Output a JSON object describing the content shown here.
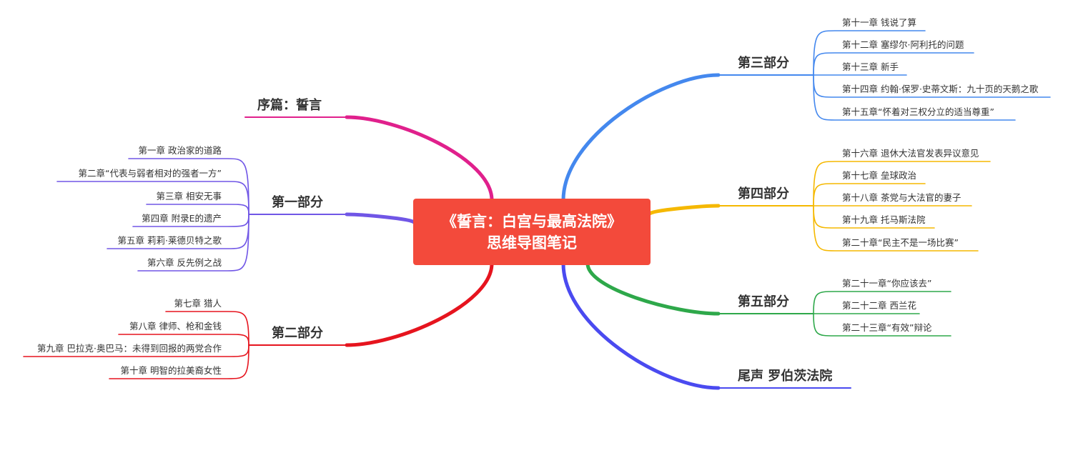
{
  "center": {
    "line1": "《誓言：白宫与最高法院》",
    "line2": "思维导图笔记",
    "color": "#f34a3b"
  },
  "branches": [
    {
      "id": "prologue",
      "title": "序篇：誓言",
      "color": "#e0208c",
      "children": []
    },
    {
      "id": "part1",
      "title": "第一部分",
      "color": "#7056e6",
      "children": [
        "第一章 政治家的道路",
        "第二章“代表与弱者相对的强者一方”",
        "第三章 相安无事",
        "第四章 附录E的遗产",
        "第五章 莉莉·莱德贝特之歌",
        "第六章 反先例之战"
      ]
    },
    {
      "id": "part2",
      "title": "第二部分",
      "color": "#e6141e",
      "children": [
        "第七章 猎人",
        "第八章 律师、枪和金钱",
        "第九章 巴拉克·奥巴马：未得到回报的两党合作",
        "第十章 明智的拉美裔女性"
      ]
    },
    {
      "id": "part3",
      "title": "第三部分",
      "color": "#4488ee",
      "children": [
        "第十一章 钱说了算",
        "第十二章 塞缪尔·阿利托的问题",
        "第十三章 新手",
        "第十四章 约翰·保罗·史蒂文斯：九十页的天鹅之歌",
        "第十五章“怀着对三权分立的适当尊重”"
      ]
    },
    {
      "id": "part4",
      "title": "第四部分",
      "color": "#f5b800",
      "children": [
        "第十六章 退休大法官发表异议意见",
        "第十七章 垒球政治",
        "第十八章 茶党与大法官的妻子",
        "第十九章 托马斯法院",
        "第二十章“民主不是一场比赛”"
      ]
    },
    {
      "id": "part5",
      "title": "第五部分",
      "color": "#2ea84a",
      "children": [
        "第二十一章“你应该去”",
        "第二十二章 西兰花",
        "第二十三章“有效”辩论"
      ]
    },
    {
      "id": "epilogue",
      "title": "尾声 罗伯茨法院",
      "color": "#4a4af0",
      "children": []
    }
  ]
}
